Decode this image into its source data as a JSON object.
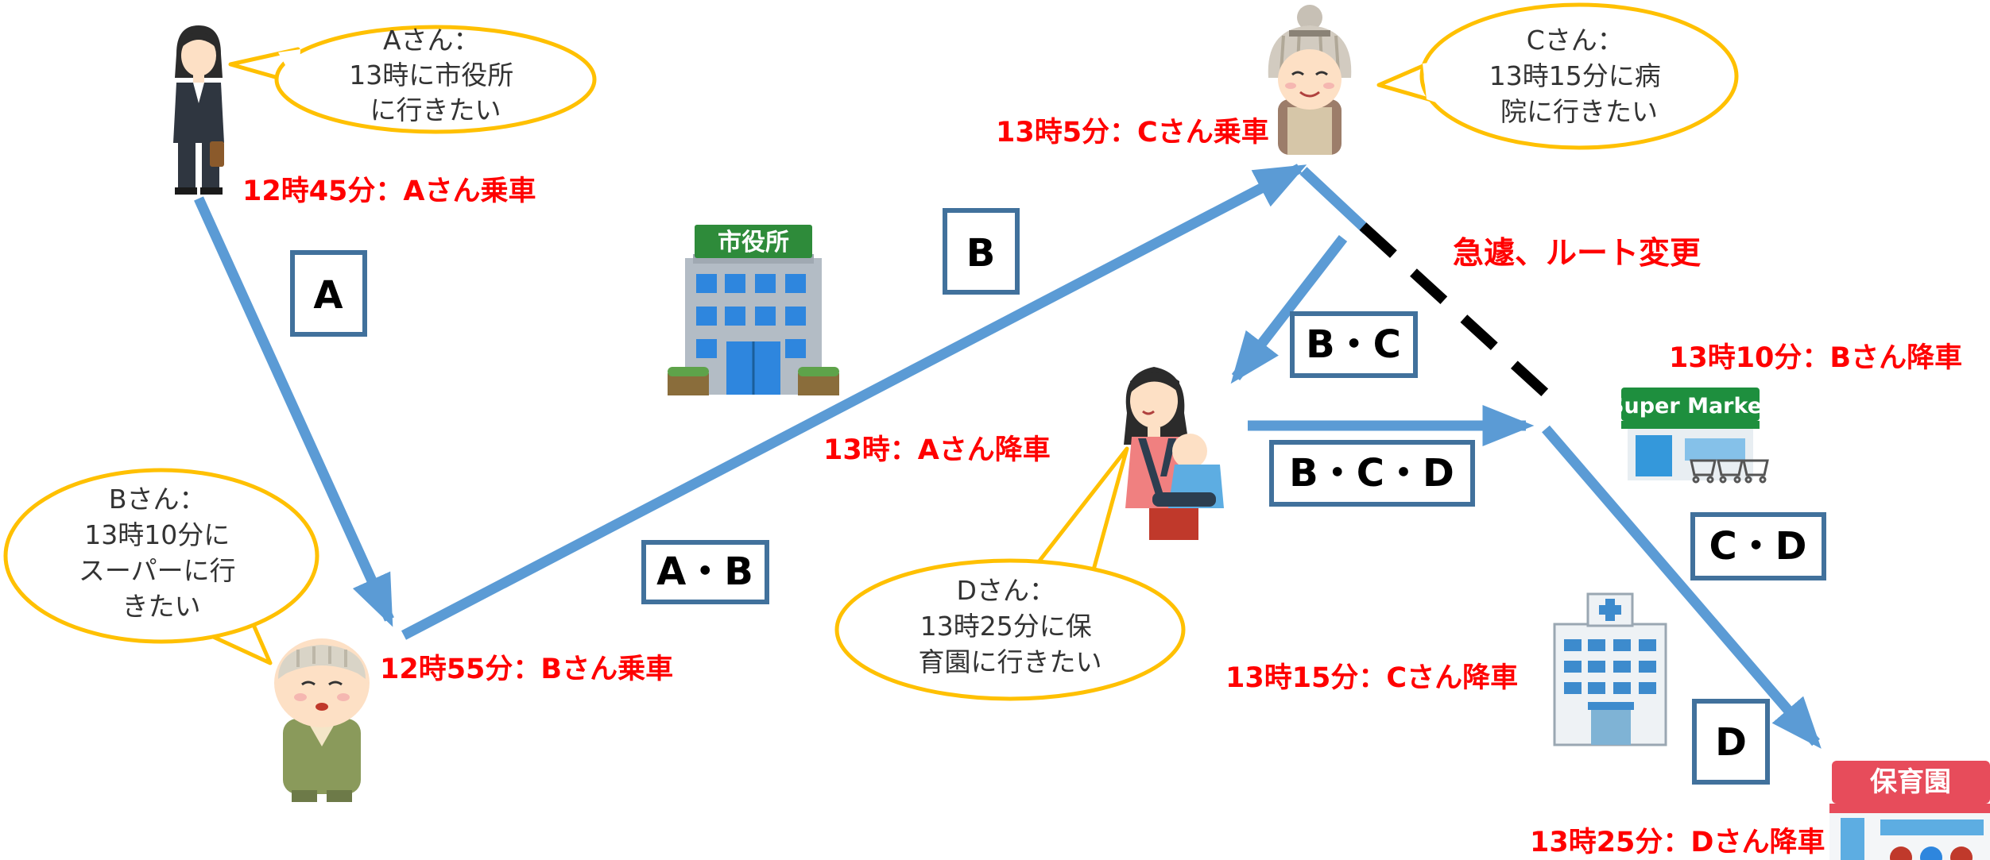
{
  "labels": {
    "a_board": "12時45分：Aさん乗車",
    "b_board": "12時55分：Bさん乗車",
    "a_alight": "13時：Aさん降車",
    "c_board": "13時5分：Cさん乗車",
    "b_alight": "13時10分：Bさん降車",
    "c_alight": "13時15分：Cさん降車",
    "d_alight": "13時25分：Dさん降車",
    "route_change": "急遽、ルート変更"
  },
  "boxes": {
    "a": "A",
    "b": "B",
    "ab": "A・B",
    "bc": "B・C",
    "bcd": "B・C・D",
    "cd": "C・D",
    "d": "D"
  },
  "bubbles": {
    "a": [
      "Aさん：",
      "13時に市役所",
      "に行きたい"
    ],
    "b": [
      "Bさん：",
      "13時10分に",
      "スーパーに行",
      "きたい"
    ],
    "c": [
      "Cさん：",
      "13時15分に病",
      "院に行きたい"
    ],
    "d": [
      "Dさん：",
      "13時25分に保",
      "育園に行きたい"
    ]
  },
  "signs": {
    "city_hall": "市役所",
    "supermarket": "Super Market",
    "nursery": "保育園"
  },
  "colors": {
    "route": "#5b9bd5",
    "box_border": "#41719c",
    "bubble_border": "#ffc000",
    "label": "#ff0000"
  }
}
